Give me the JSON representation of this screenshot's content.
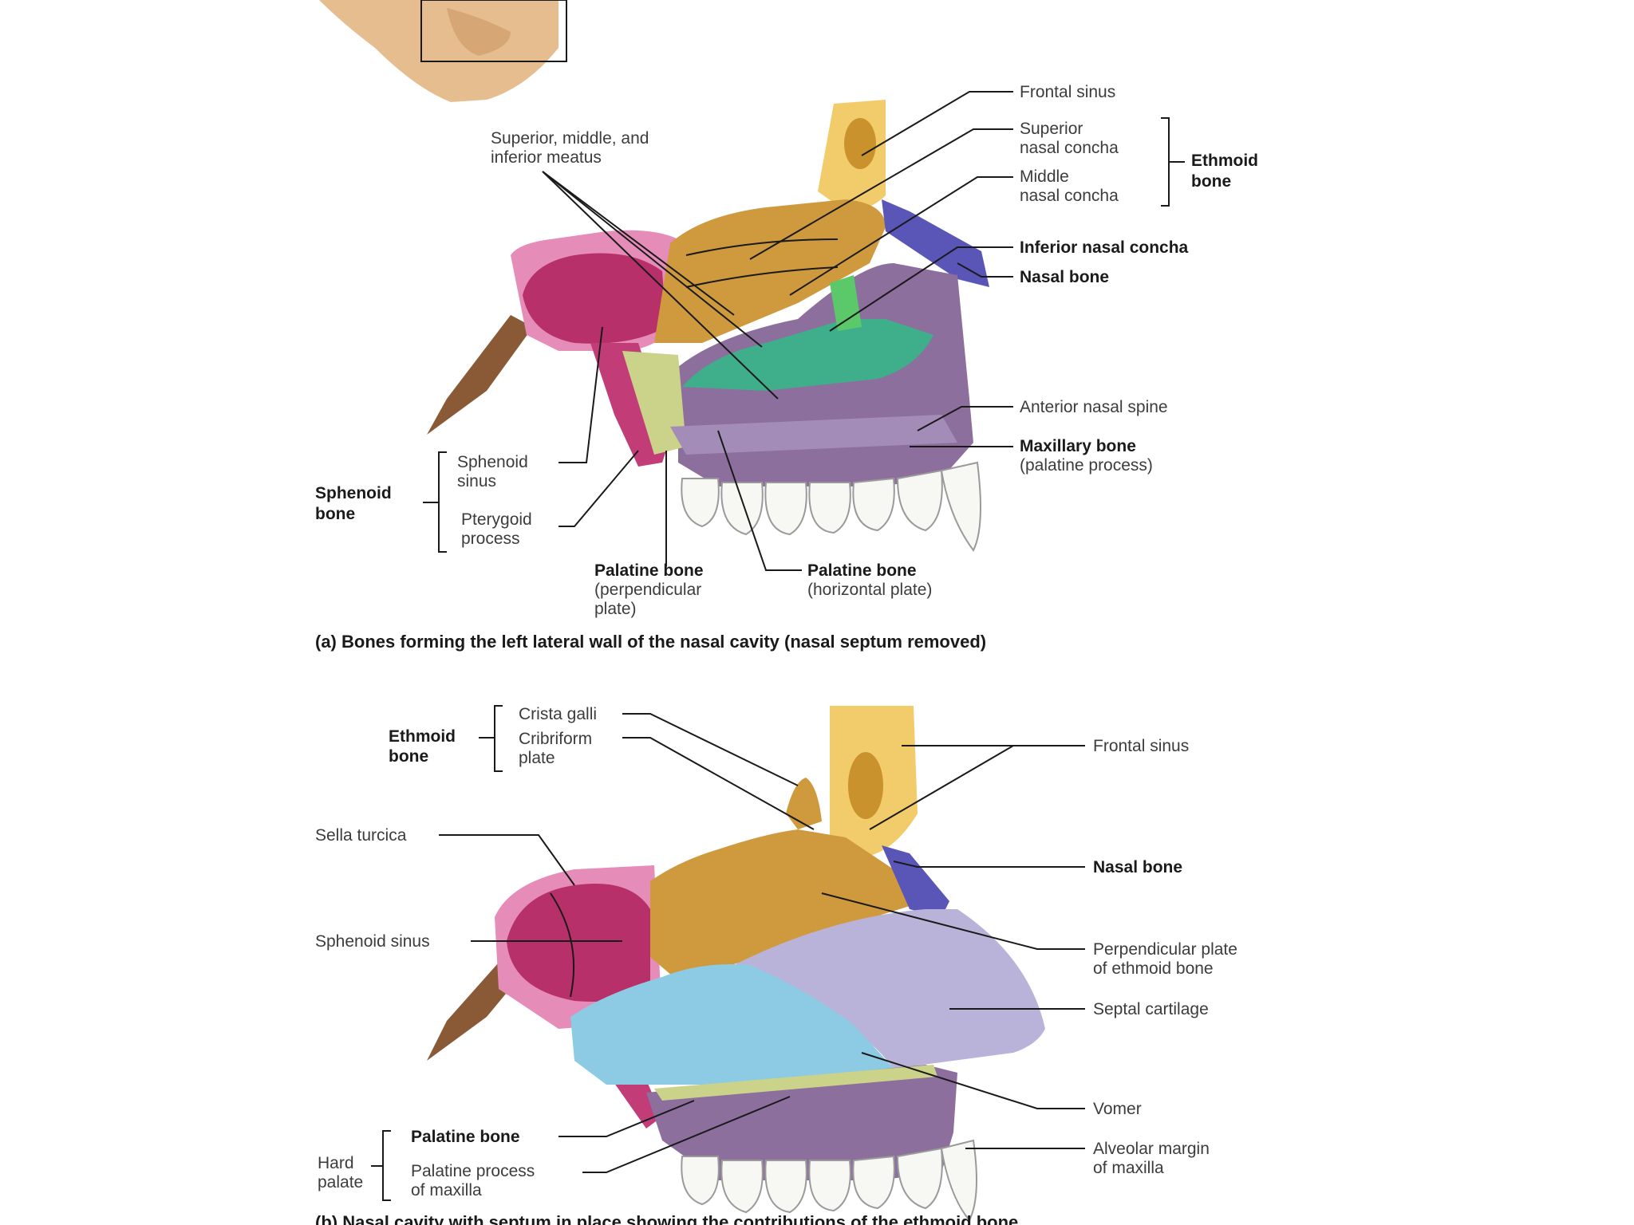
{
  "figure_a": {
    "caption": "(a) Bones forming the left lateral wall of the nasal cavity (nasal septum removed)",
    "labels": {
      "frontal_sinus": "Frontal sinus",
      "meatus_1": "Superior, middle, and",
      "meatus_2": "inferior meatus",
      "superior_concha_1": "Superior",
      "superior_concha_2": "nasal concha",
      "middle_concha_1": "Middle",
      "middle_concha_2": "nasal concha",
      "ethmoid_1": "Ethmoid",
      "ethmoid_2": "bone",
      "inferior_concha": "Inferior nasal concha",
      "nasal_bone": "Nasal bone",
      "anterior_spine": "Anterior nasal spine",
      "maxillary_1": "Maxillary bone",
      "maxillary_2": "(palatine process)",
      "sphenoid_sinus_1": "Sphenoid",
      "sphenoid_sinus_2": "sinus",
      "pterygoid_1": "Pterygoid",
      "pterygoid_2": "process",
      "sphenoid_bone_1": "Sphenoid",
      "sphenoid_bone_2": "bone",
      "palatine_perp_1": "Palatine bone",
      "palatine_perp_2": "(perpendicular",
      "palatine_perp_3": "plate)",
      "palatine_horiz_1": "Palatine bone",
      "palatine_horiz_2": "(horizontal plate)"
    }
  },
  "figure_b": {
    "caption": "(b) Nasal cavity with septum in place showing the contributions of the ethmoid bone",
    "labels": {
      "crista_galli": "Crista galli",
      "cribriform_1": "Cribriform",
      "cribriform_2": "plate",
      "ethmoid_1": "Ethmoid",
      "ethmoid_2": "bone",
      "frontal_sinus": "Frontal sinus",
      "sella_turcica": "Sella turcica",
      "nasal_bone": "Nasal bone",
      "sphenoid_sinus": "Sphenoid sinus",
      "perp_plate_1": "Perpendicular plate",
      "perp_plate_2": "of ethmoid bone",
      "septal_cartilage": "Septal cartilage",
      "vomer": "Vomer",
      "palatine_bone": "Palatine bone",
      "palatine_process_1": "Palatine process",
      "palatine_process_2": "of maxilla",
      "hard_palate_1": "Hard",
      "hard_palate_2": "palate",
      "alveolar_1": "Alveolar margin",
      "alveolar_2": "of maxilla"
    }
  },
  "colors": {
    "frontal": "#f2cc6a",
    "ethmoid": "#cf9a3e",
    "sphenoid": "#b8306a",
    "sphenoid_pink": "#e58cb8",
    "nasal": "#5a56b8",
    "maxilla": "#8d6f9e",
    "inferior_concha": "#3fae8a",
    "vomer": "#8ccbe3",
    "septal_cartilage": "#b9b3d9",
    "palatine": "#cbd28a",
    "tooth": "#f7f7f3"
  }
}
